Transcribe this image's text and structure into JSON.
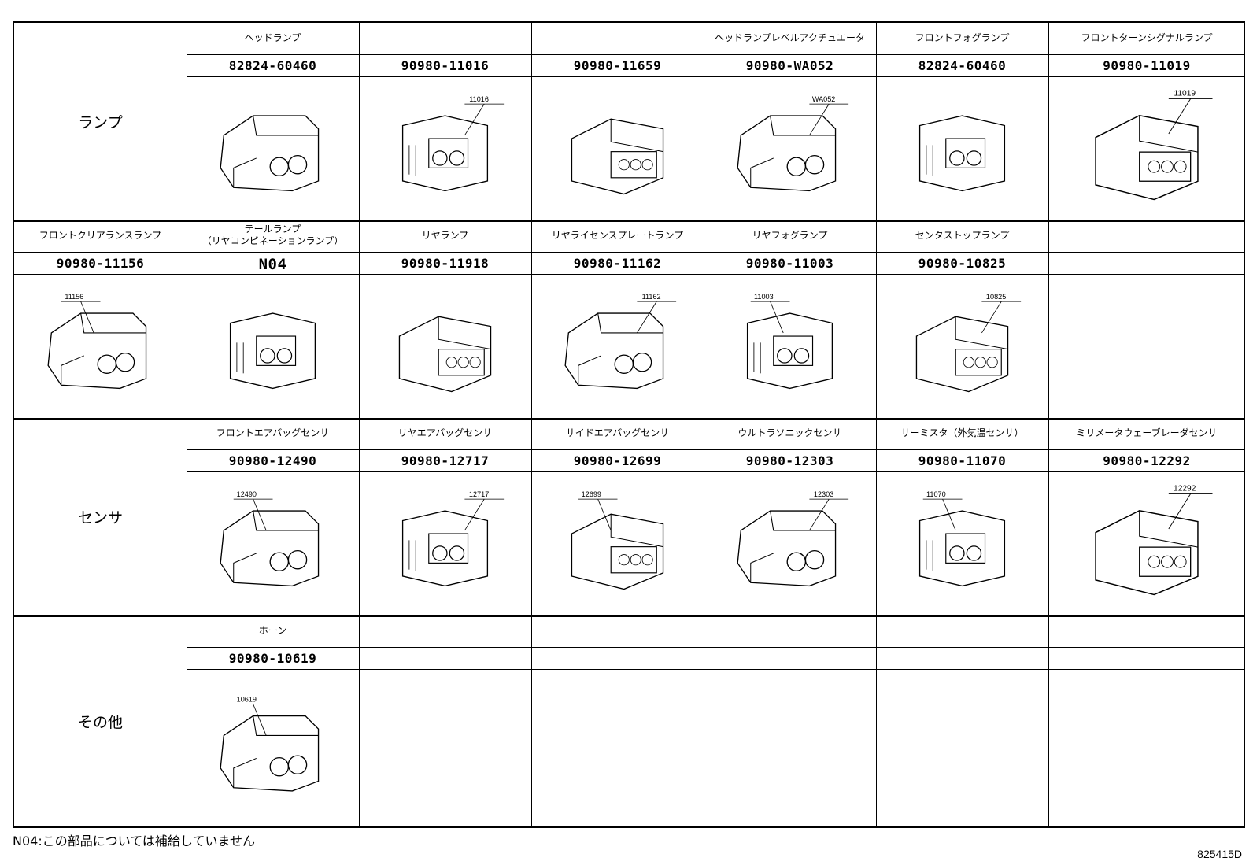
{
  "categories": [
    "ランプ",
    "センサ",
    "その他"
  ],
  "rows": [
    [
      {
        "name": "ヘッドランプ",
        "part": "82824-60460",
        "callout": ""
      },
      {
        "name": "",
        "part": "90980-11016",
        "callout": "11016"
      },
      {
        "name": "",
        "part": "90980-11659",
        "callout": ""
      },
      {
        "name": "ヘッドランプレベルアクチュエータ",
        "part": "90980-WA052",
        "callout": "WA052"
      },
      {
        "name": "フロントフォグランプ",
        "part": "82824-60460",
        "callout": ""
      },
      {
        "name": "フロントターンシグナルランプ",
        "part": "90980-11019",
        "callout": "11019"
      }
    ],
    [
      {
        "name": "フロントクリアランスランプ",
        "part": "90980-11156",
        "callout": "11156"
      },
      {
        "name": "テールランプ\n（リヤコンビネーションランプ）",
        "part": "N04",
        "callout": ""
      },
      {
        "name": "リヤランプ",
        "part": "90980-11918",
        "callout": ""
      },
      {
        "name": "リヤライセンスプレートランプ",
        "part": "90980-11162",
        "callout": "11162"
      },
      {
        "name": "リヤフォグランプ",
        "part": "90980-11003",
        "callout": "11003"
      },
      {
        "name": "センタストップランプ",
        "part": "90980-10825",
        "callout": "10825"
      },
      {
        "name": "",
        "part": "",
        "callout": ""
      }
    ],
    [
      {
        "name": "フロントエアバッグセンサ",
        "part": "90980-12490",
        "callout": "12490"
      },
      {
        "name": "リヤエアバッグセンサ",
        "part": "90980-12717",
        "callout": "12717"
      },
      {
        "name": "サイドエアバッグセンサ",
        "part": "90980-12699",
        "callout": "12699"
      },
      {
        "name": "ウルトラソニックセンサ",
        "part": "90980-12303",
        "callout": "12303"
      },
      {
        "name": "サーミスタ（外気温センサ）",
        "part": "90980-11070",
        "callout": "11070"
      },
      {
        "name": "ミリメータウェーブレーダセンサ",
        "part": "90980-12292",
        "callout": "12292"
      }
    ],
    [
      {
        "name": "ホーン",
        "part": "90980-10619",
        "callout": "10619"
      },
      {
        "name": "",
        "part": "",
        "callout": ""
      },
      {
        "name": "",
        "part": "",
        "callout": ""
      },
      {
        "name": "",
        "part": "",
        "callout": ""
      },
      {
        "name": "",
        "part": "",
        "callout": ""
      },
      {
        "name": "",
        "part": "",
        "callout": ""
      }
    ]
  ],
  "footnote": "N04:この部品については補給していません",
  "doc_number": "825415D"
}
